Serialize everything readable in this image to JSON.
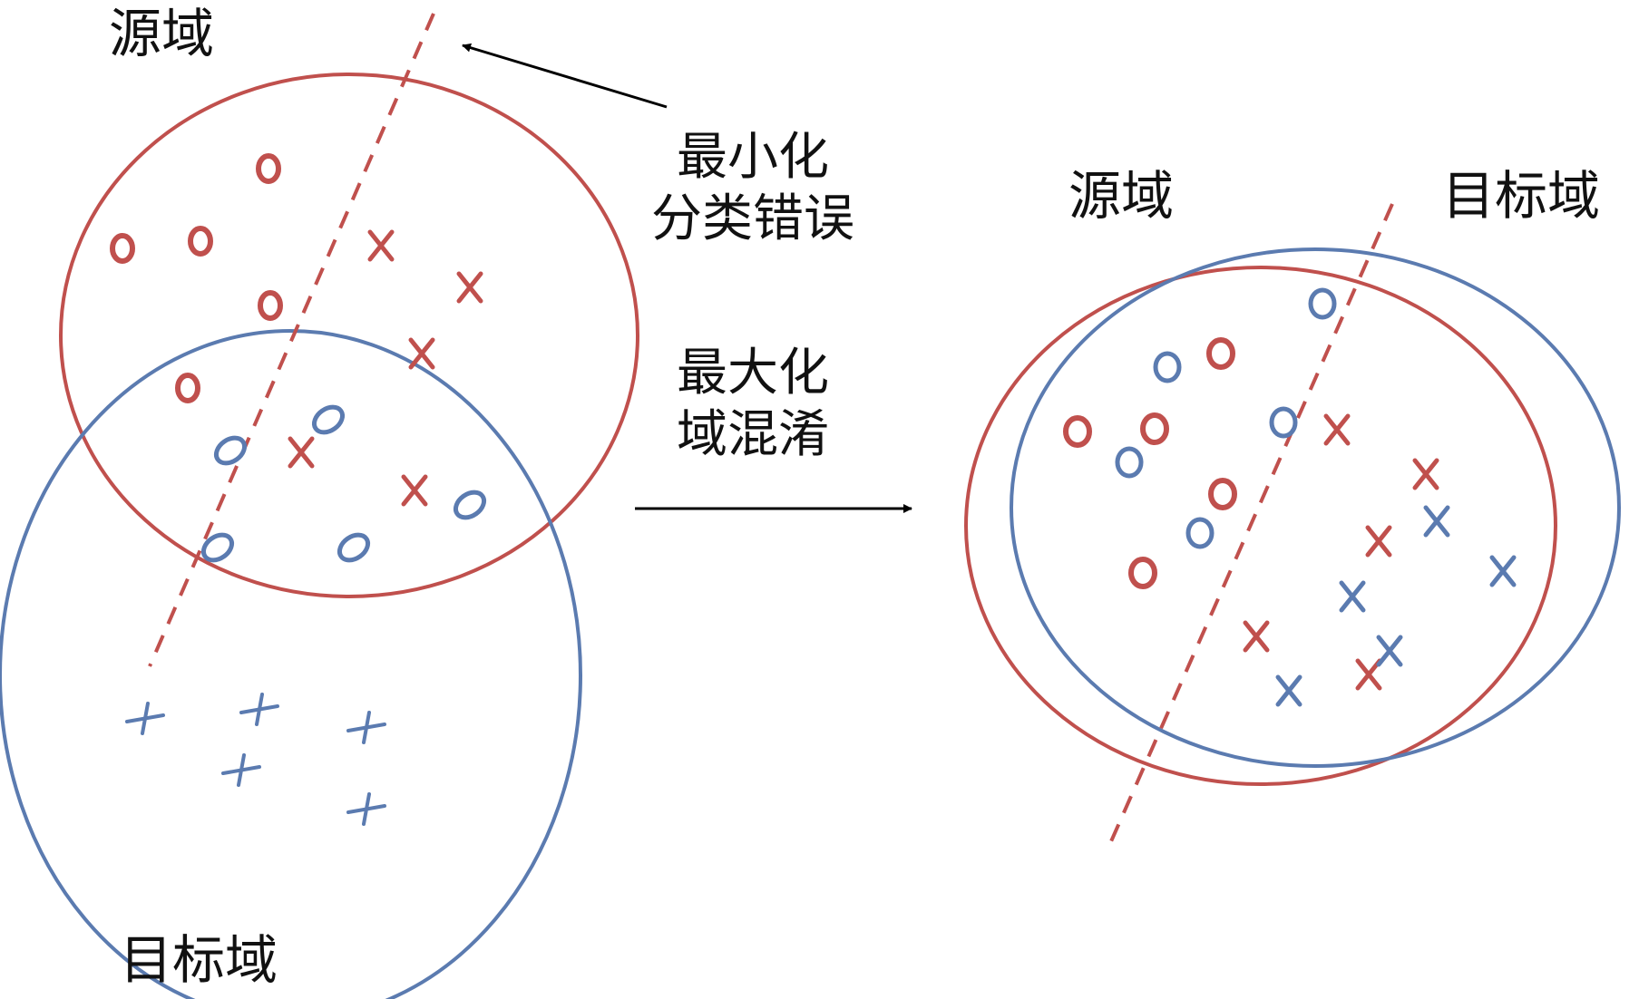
{
  "labels": {
    "left_source": "源域",
    "left_target": "目标域",
    "min_line1": "最小化",
    "min_line2": "分类错误",
    "max_line1": "最大化",
    "max_line2": "域混淆",
    "right_source": "源域",
    "right_target": "目标域"
  },
  "colors": {
    "source": "#c0504d",
    "target": "#5b7bb0",
    "arrow": "#000000"
  },
  "markers": {
    "circle": "o",
    "cross": "x",
    "plus": "+"
  }
}
